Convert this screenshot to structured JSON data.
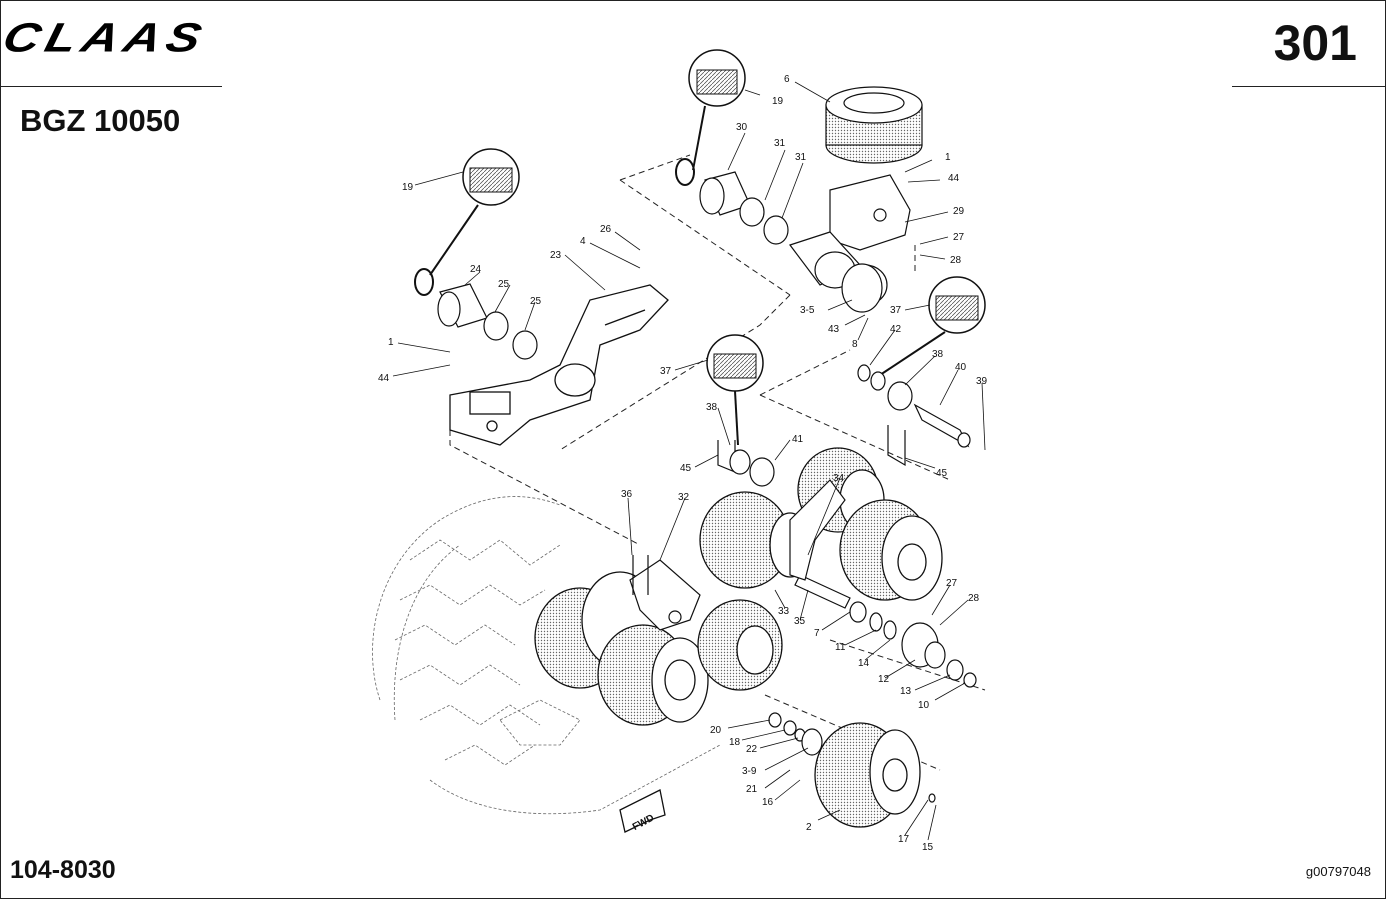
{
  "header": {
    "brand": "CLAAS",
    "page_number": "301",
    "model": "BGZ 10050"
  },
  "footer": {
    "document_number": "104-8030",
    "image_code": "g00797048"
  },
  "diagram": {
    "fwd_label": "FWD",
    "callouts": {
      "c_19a": "19",
      "c_19b": "19",
      "c_6": "6",
      "c_30": "30",
      "c_31a": "31",
      "c_31b": "31",
      "c_1a": "1",
      "c_44a": "44",
      "c_29": "29",
      "c_27a": "27",
      "c_28a": "28",
      "c_26": "26",
      "c_4": "4",
      "c_23": "23",
      "c_24": "24",
      "c_25a": "25",
      "c_25b": "25",
      "c_1b": "1",
      "c_44b": "44",
      "c_3_5": "3-5",
      "c_43": "43",
      "c_8": "8",
      "c_37a": "37",
      "c_42": "42",
      "c_38a": "38",
      "c_40": "40",
      "c_39": "39",
      "c_37b": "37",
      "c_38b": "38",
      "c_41": "41",
      "c_45a": "45",
      "c_45b": "45",
      "c_36": "36",
      "c_32": "32",
      "c_34": "34",
      "c_33": "33",
      "c_35": "35",
      "c_7": "7",
      "c_11": "11",
      "c_14": "14",
      "c_27b": "27",
      "c_28b": "28",
      "c_12": "12",
      "c_13": "13",
      "c_10": "10",
      "c_20": "20",
      "c_18": "18",
      "c_22": "22",
      "c_3_9": "3-9",
      "c_21": "21",
      "c_16": "16",
      "c_2": "2",
      "c_17": "17",
      "c_15": "15"
    }
  }
}
